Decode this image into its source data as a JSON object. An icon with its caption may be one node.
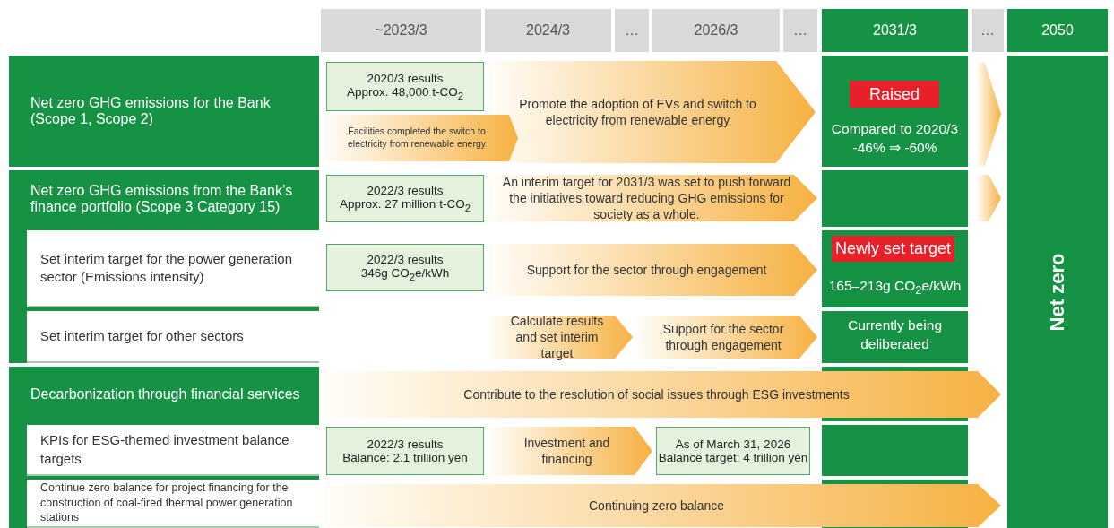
{
  "diagram": {
    "nodes": [
      {
        "text": [
          "~2023/3"
        ]
      },
      {
        "text": [
          "2024/3"
        ]
      },
      {
        "text": [
          "…"
        ]
      },
      {
        "text": [
          "2026/3"
        ]
      },
      {
        "text": [
          "…"
        ]
      },
      {
        "text": [
          "2031/3"
        ]
      },
      {
        "text": [
          "…"
        ]
      },
      {
        "text": [
          "2050"
        ]
      },
      {
        "text": [
          "Net zero GHG emissions for the Bank (Scope 1, Scope 2)"
        ]
      },
      {
        "text": [
          "2020/3 results",
          "Approx. 48,000 t-CO$_{2}$"
        ]
      },
      {
        "text": [
          "Facilities completed the switch to electricity from renewable energy"
        ]
      },
      {
        "text": [
          "Promote the adoption of EVs and switch to electricity from renewable energy"
        ]
      },
      {
        "text": [
          "Compared to 2020/3 -46% ⇒ -60%"
        ]
      },
      {
        "text": [
          "Raised"
        ],
        "in": 12
      },
      {
        "text": [],
        "shape": "arrow"
      },
      {
        "text": [
          "Net zero GHG emissions from the Bank’s finance portfolio (Scope 3 Category 15)"
        ]
      },
      {
        "text": [
          "2022/3 results",
          "Approx. 27 million t-CO$_{2}$"
        ]
      },
      {
        "text": [
          "An interim target for 2031/3 was set to push forward the initiatives toward reducing GHG emissions for society as a whole."
        ]
      },
      {
        "text": [],
        "shape": "arrow"
      },
      {
        "text": [
          "Set interim target for the power generation sector (Emissions intensity)"
        ],
        "in": 15
      },
      {
        "text": [
          "2022/3 results",
          "346g CO$_{2}$e/kWh"
        ]
      },
      {
        "text": [
          "Support for the sector through engagement"
        ]
      },
      {
        "text": [
          "165–213g CO$_{2}$e/kWh"
        ]
      },
      {
        "text": [
          "Newly set target"
        ],
        "in": 22
      },
      {
        "text": [
          "Set interim target for other sectors"
        ],
        "in": 15
      },
      {
        "text": [
          "Calculate results and set interim target"
        ]
      },
      {
        "text": [
          "Support for the sector through engagement"
        ]
      },
      {
        "text": [
          "Currently being deliberated"
        ]
      },
      {
        "text": [
          "Decarbonization through financial services"
        ]
      },
      {
        "text": [
          "Contribute to the resolution of social issues through ESG investments"
        ]
      },
      {
        "text": [
          "KPIs for ESG-themed investment balance targets"
        ],
        "in": 28
      },
      {
        "text": [
          "2022/3 results",
          "Balance: 2.1 trillion yen"
        ]
      },
      {
        "text": [
          "Investment and financing"
        ]
      },
      {
        "text": [
          "As of March 31, 2026",
          "Balance target: 4 trillion yen"
        ]
      },
      {
        "text": [
          "Continue zero balance for project financing for the construction of coal-fired thermal power generation stations"
        ],
        "in": 28
      },
      {
        "text": [
          "Continuing zero balance"
        ]
      },
      {
        "text": [
          "Net zero"
        ]
      }
    ],
    "edges": []
  }
}
